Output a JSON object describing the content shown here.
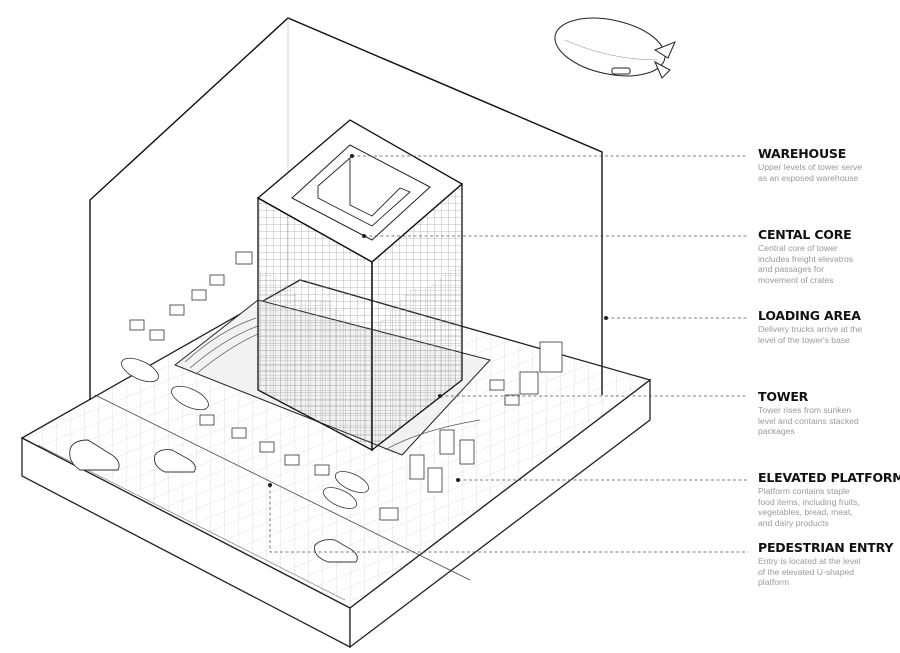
{
  "annotations": [
    {
      "id": "warehouse",
      "title": "WAREHOUSE",
      "lines": [
        "Upper levels of tower serve",
        "as an exposed warehouse"
      ]
    },
    {
      "id": "central-core",
      "title": "CENTAL CORE",
      "lines": [
        "Central core of tower",
        "includes freight elevatros",
        "and passages for",
        "movement of crates"
      ]
    },
    {
      "id": "loading-area",
      "title": "LOADING AREA",
      "lines": [
        "Delivery trucks arrive at the",
        "level of the tower's base"
      ]
    },
    {
      "id": "tower",
      "title": "TOWER",
      "lines": [
        "Tower rises from sunken",
        "level and contains stacked",
        "packages"
      ]
    },
    {
      "id": "elevated-platform",
      "title": "ELEVATED PLATFORM",
      "lines": [
        "Platform contains staple",
        "food items, including fruits,",
        "vegetables, bread, meat,",
        "and dairy products"
      ]
    },
    {
      "id": "pedestrian-entry",
      "title": "PEDESTRIAN ENTRY",
      "lines": [
        "Entry is located at the level",
        "of the elevated U-shaped",
        "platform"
      ]
    }
  ],
  "colors": {
    "ink": "#1a1a1a",
    "leader": "#555555",
    "desc": "#9a9a9a"
  }
}
